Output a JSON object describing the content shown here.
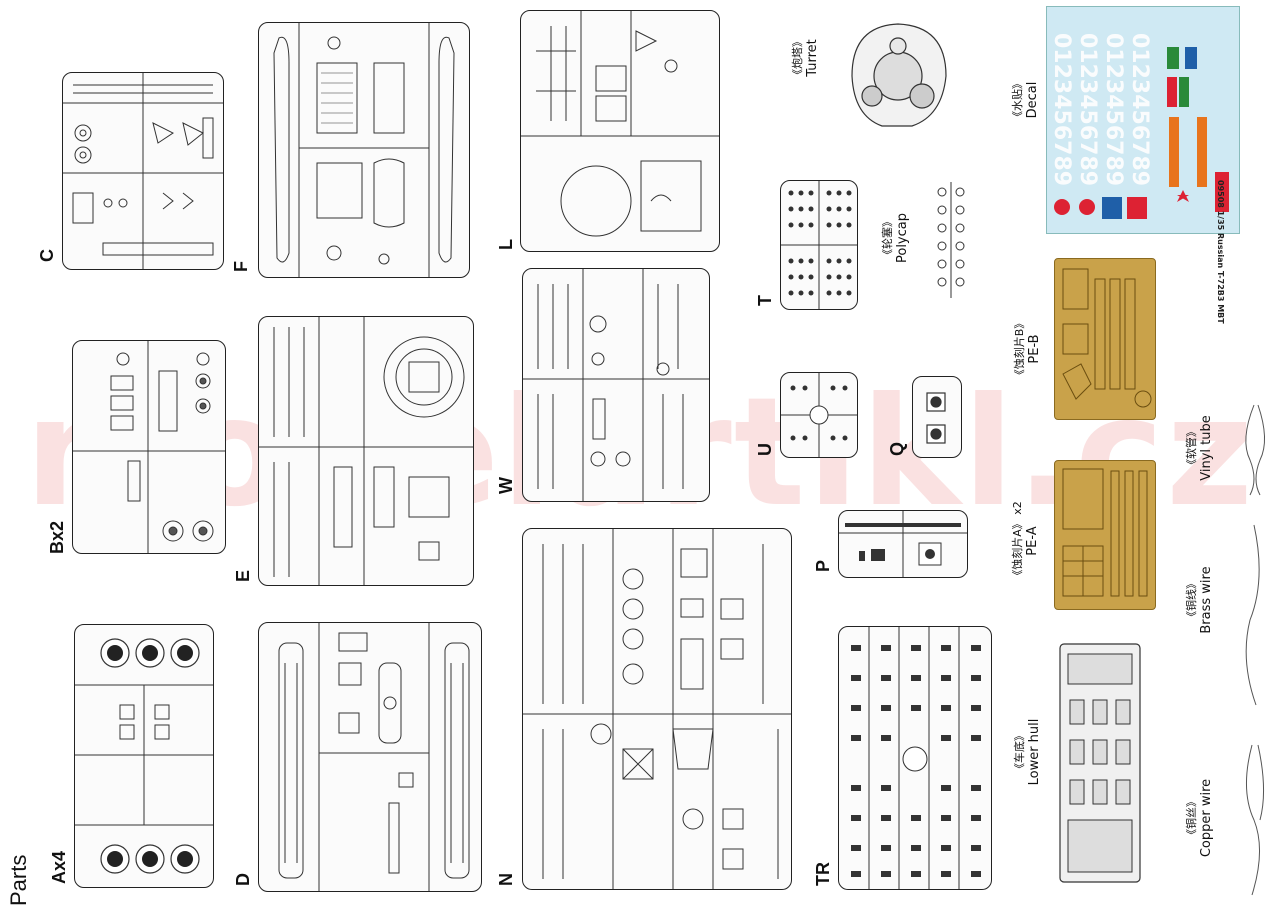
{
  "page": {
    "title": "Parts"
  },
  "watermark": "modelartikl.cz",
  "sprues": {
    "C": "C",
    "F": "F",
    "L": "L",
    "Bx2": "Bx2",
    "E": "E",
    "W": "W",
    "Ax4": "Ax4",
    "D": "D",
    "N": "N",
    "T": "T",
    "U": "U",
    "Q": "Q",
    "P": "P",
    "TR": "TR"
  },
  "parts": {
    "turret": {
      "zh": "《炮塔》",
      "en": "Turret"
    },
    "polycap": {
      "zh": "《轮塞》",
      "en": "Polycap"
    },
    "decal": {
      "zh": "《水贴》",
      "en": "Decal"
    },
    "pe_b": {
      "zh": "《蚀刻片B》",
      "en": "PE-B"
    },
    "pe_a": {
      "zh": "《蚀刻片A》",
      "en": "PE-A",
      "qty": "x2"
    },
    "vinyl": {
      "zh": "《软管》",
      "en": "Vinyl tube"
    },
    "brass": {
      "zh": "《铜线》",
      "en": "Brass wire"
    },
    "copper": {
      "zh": "《铜丝》",
      "en": "Copper wire"
    },
    "lower_hull": {
      "zh": "《车底》",
      "en": "Lower hull"
    }
  },
  "decal_sheet": {
    "text": "09508 1/35 Russian T-72B3 MBT",
    "numbers": "0123456789"
  },
  "colors": {
    "pe_gold": "#c9a24a",
    "decal_bg": "#cfe9f3",
    "watermark": "#e67878"
  }
}
